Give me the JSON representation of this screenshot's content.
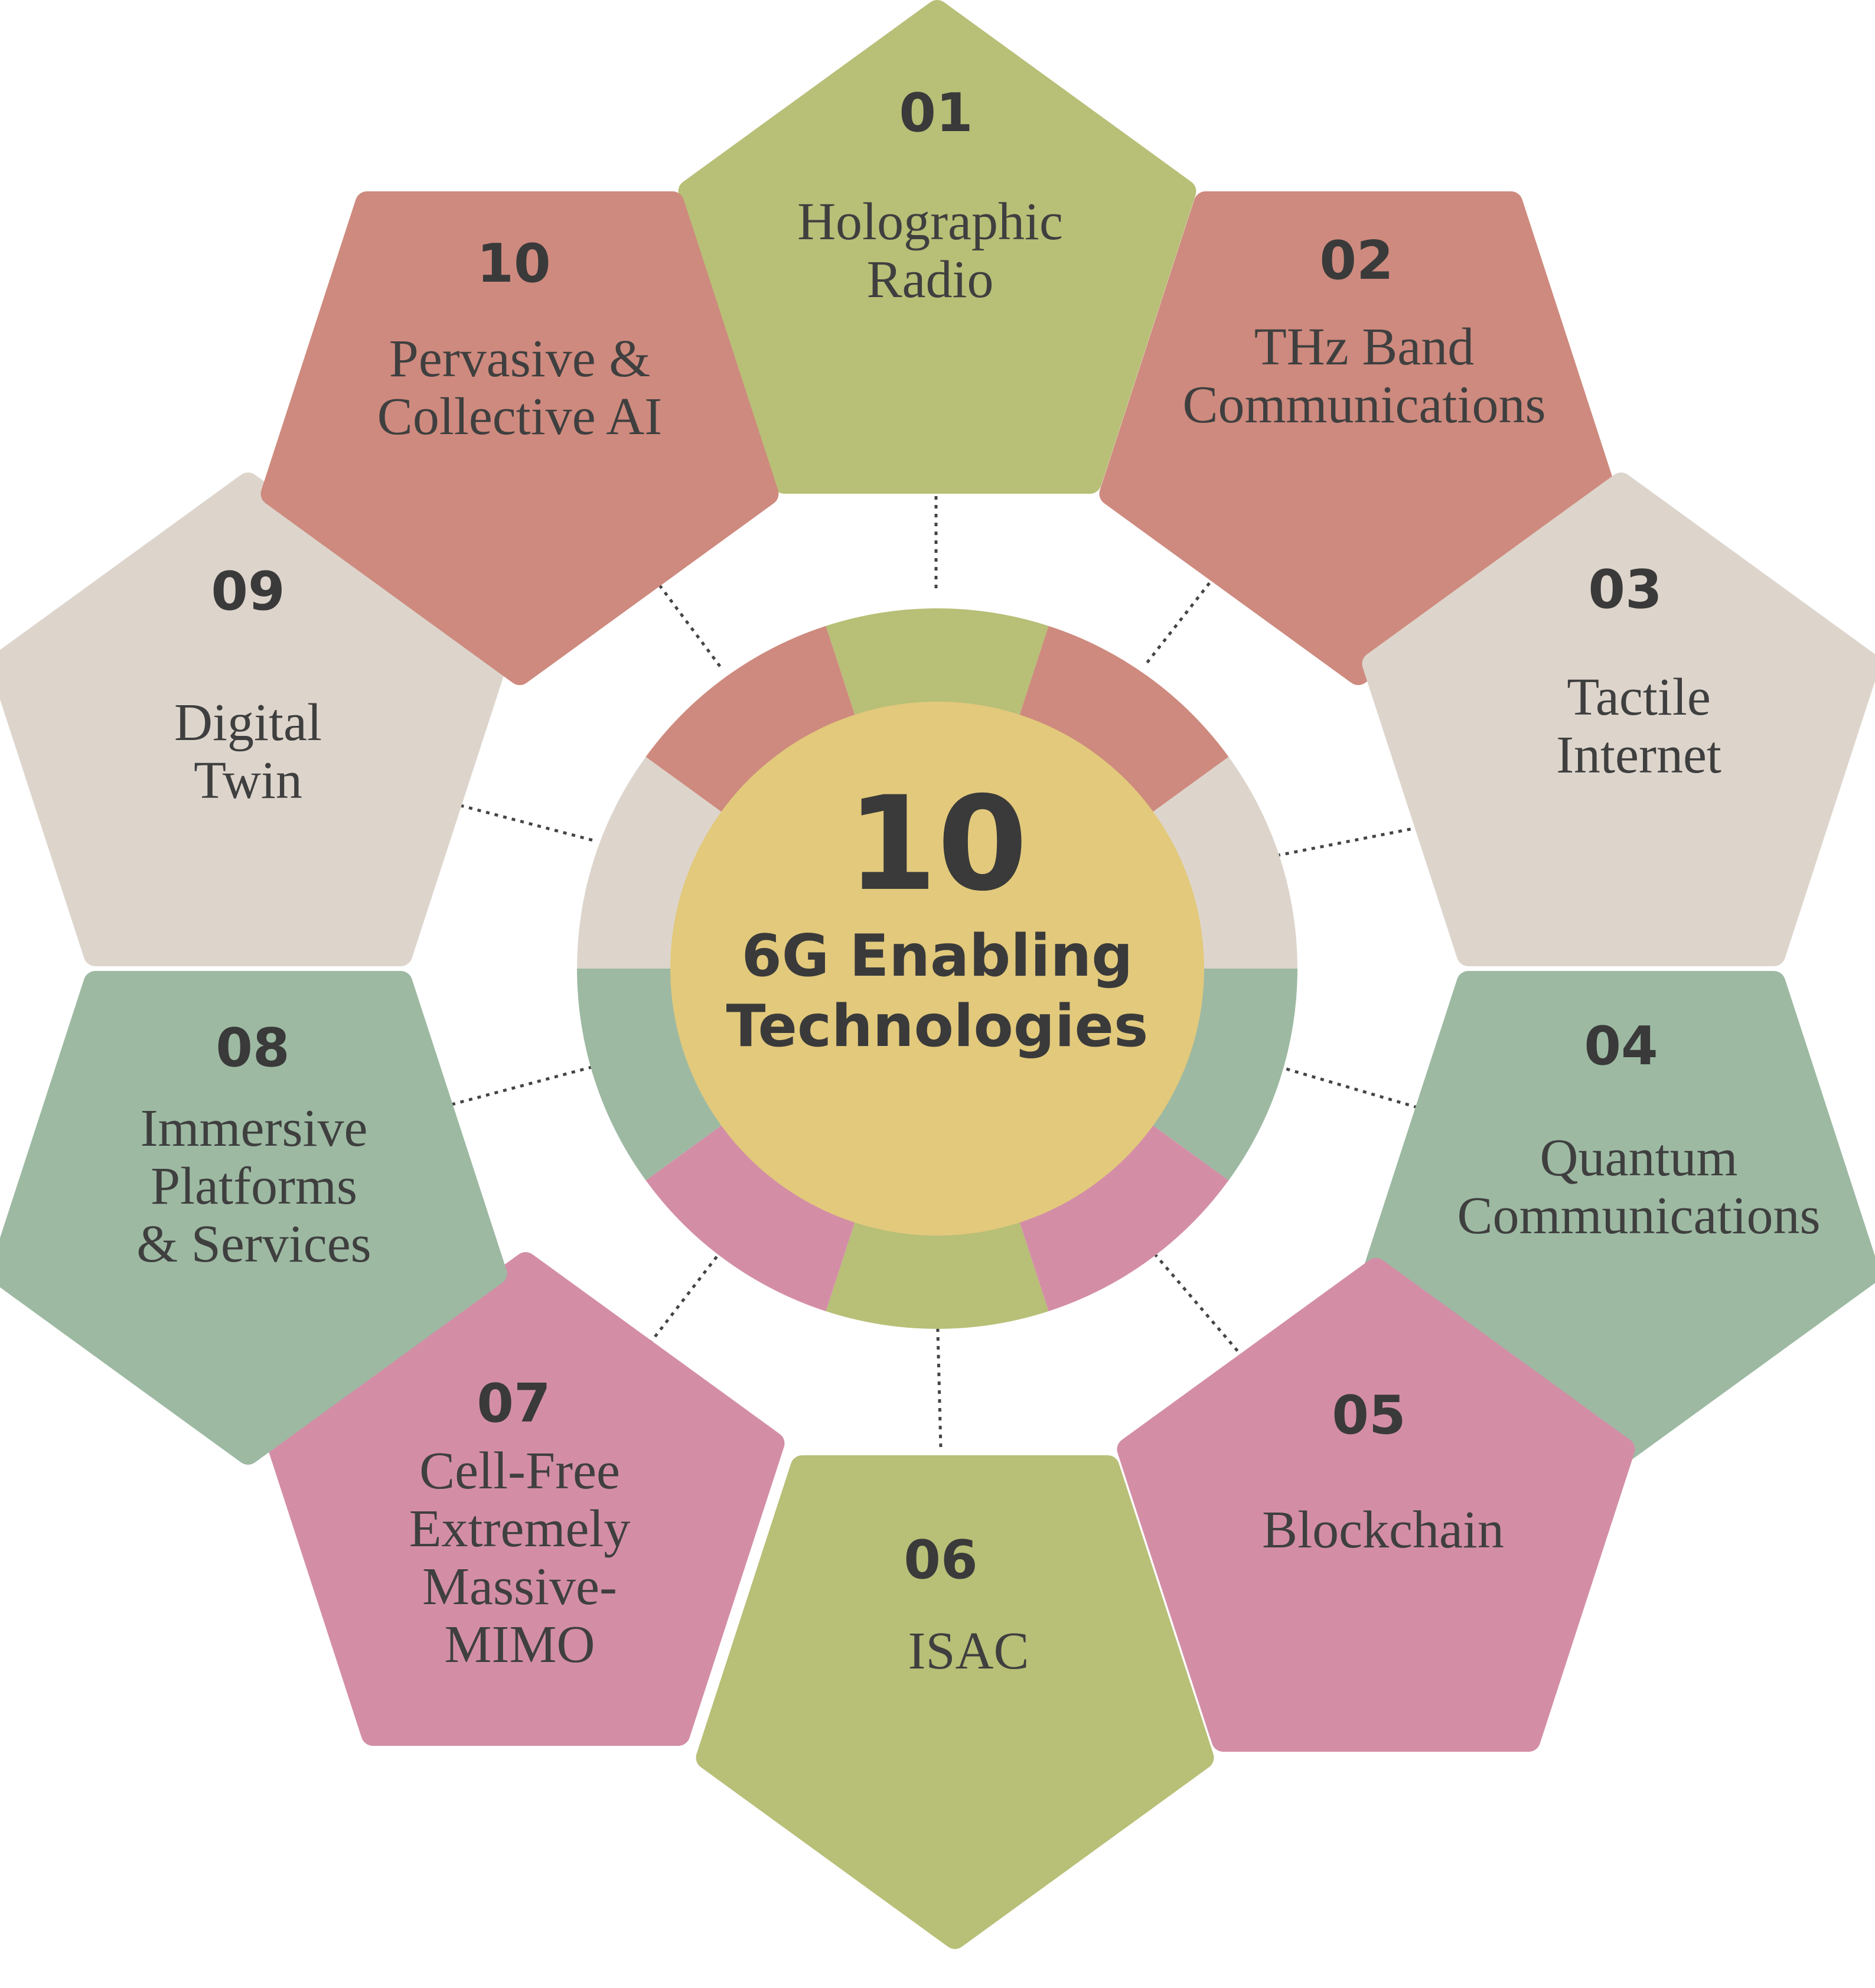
{
  "center": {
    "number": "10",
    "title_line1": "6G Enabling",
    "title_line2": "Technologies"
  },
  "colors": {
    "green": "#b8bf77",
    "salmon": "#ce8a7e",
    "beige": "#ddd5cc",
    "sage": "#9db9a2",
    "pink": "#d38ea6",
    "center": "#e2c97c"
  },
  "technologies": [
    {
      "number": "01",
      "label": "Holographic Radio",
      "color": "green"
    },
    {
      "number": "02",
      "label": "THz Band Communications",
      "color": "salmon"
    },
    {
      "number": "03",
      "label": "Tactile Internet",
      "color": "beige"
    },
    {
      "number": "04",
      "label": "Quantum Communications",
      "color": "sage"
    },
    {
      "number": "05",
      "label": "Blockchain",
      "color": "pink"
    },
    {
      "number": "06",
      "label": "ISAC",
      "color": "green"
    },
    {
      "number": "07",
      "label": "Cell-Free Extremely Massive-MIMO",
      "color": "pink"
    },
    {
      "number": "08",
      "label": "Immersive Platforms & Services",
      "color": "sage"
    },
    {
      "number": "09",
      "label": "Digital Twin",
      "color": "beige"
    },
    {
      "number": "10",
      "label": "Pervasive & Collective AI",
      "color": "salmon"
    }
  ]
}
